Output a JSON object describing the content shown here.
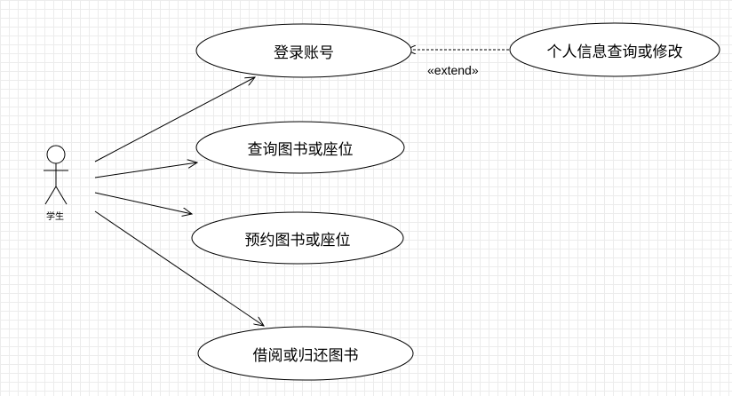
{
  "actor": {
    "name": "学生"
  },
  "use_cases": [
    {
      "id": "login",
      "label": "登录账号"
    },
    {
      "id": "search",
      "label": "查询图书或座位"
    },
    {
      "id": "reserve",
      "label": "预约图书或座位"
    },
    {
      "id": "borrow",
      "label": "借阅或归还图书"
    },
    {
      "id": "profile",
      "label": "个人信息查询或修改"
    }
  ],
  "relations": [
    {
      "from": "actor",
      "to": "login",
      "type": "association"
    },
    {
      "from": "actor",
      "to": "search",
      "type": "association"
    },
    {
      "from": "actor",
      "to": "reserve",
      "type": "association"
    },
    {
      "from": "actor",
      "to": "borrow",
      "type": "association"
    },
    {
      "from": "profile",
      "to": "login",
      "type": "extend",
      "label": "«extend»"
    }
  ],
  "colors": {
    "line": "#000000",
    "fill": "#ffffff",
    "grid": "#ececec"
  }
}
